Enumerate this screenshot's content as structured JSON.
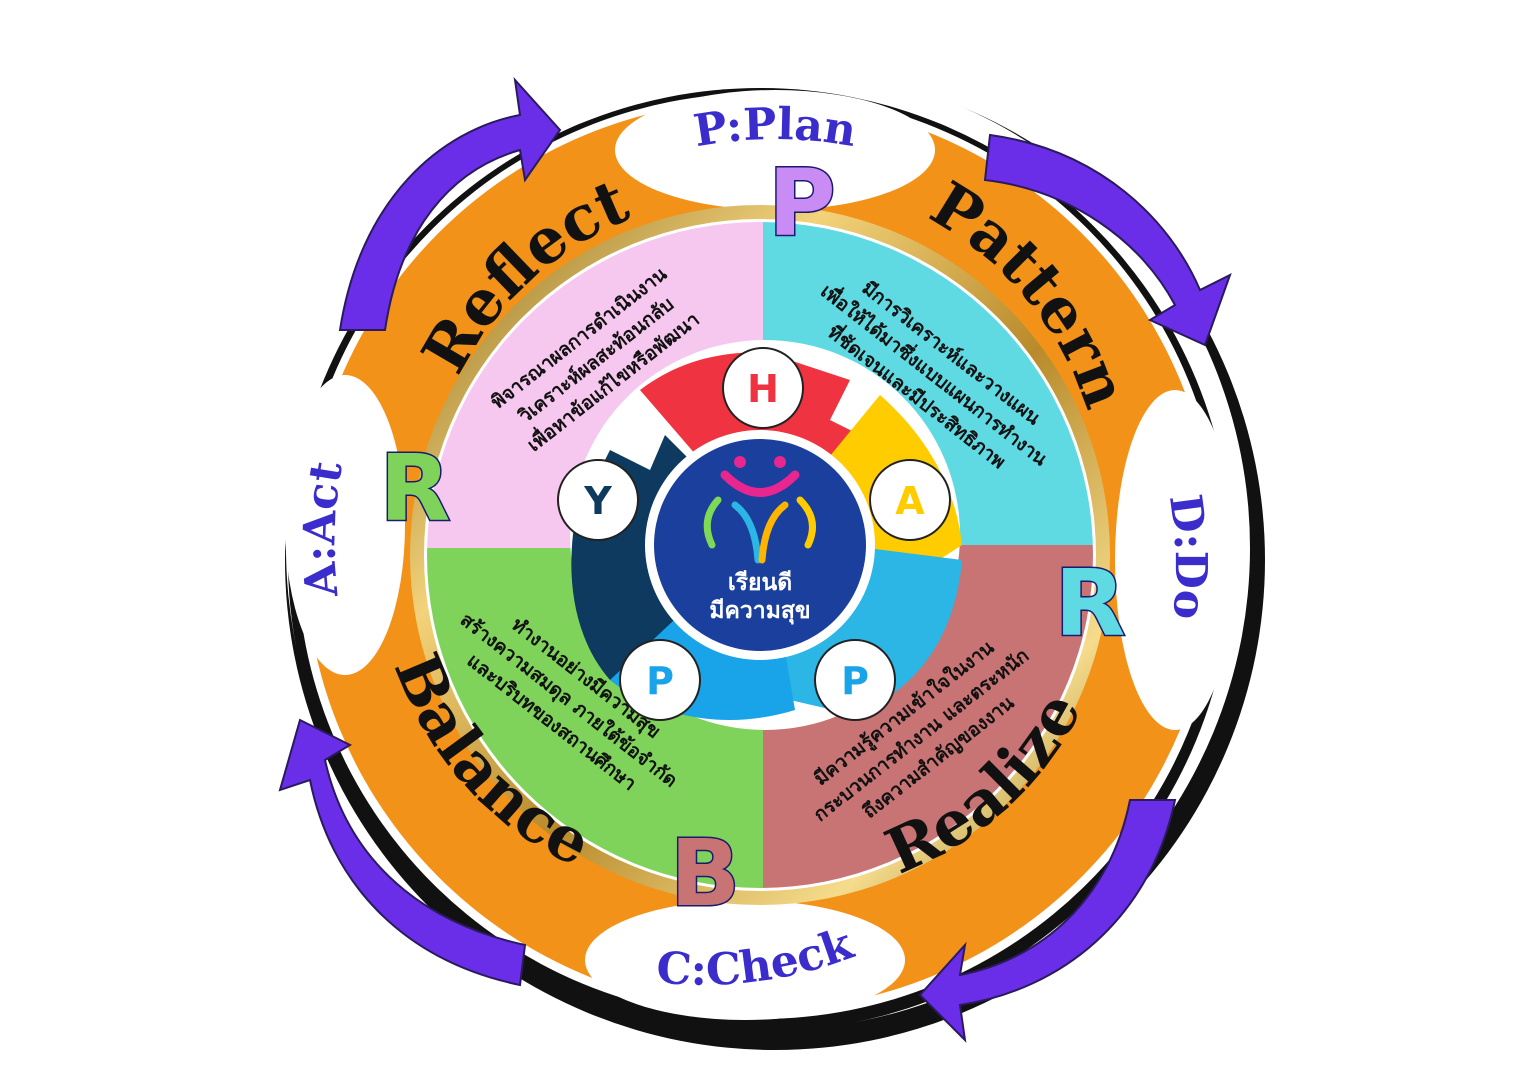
{
  "phases": {
    "plan": "P:Plan",
    "do": "D:Do",
    "check": "C:Check",
    "act": "A:Act"
  },
  "words": {
    "reflect": "Reflect",
    "pattern": "Pattern",
    "realize": "Realize",
    "balance": "Balance"
  },
  "letters": {
    "p": "P",
    "r_right": "R",
    "b": "B",
    "r_left": "R"
  },
  "quadrants": {
    "reflect": [
      "พิจารณาผลการดำเนินงาน",
      "วิเคราะห์ผลสะท้อนกลับ",
      "เพื่อหาข้อแก้ไขหรือพัฒนา"
    ],
    "pattern": [
      "มีการวิเคราะห์และวางแผน",
      "เพื่อให้ได้มาซึ่งแบบแผนการทำงาน",
      "ที่ชัดเจนและมีประสิทธิภาพ"
    ],
    "realize": [
      "มีความรู้ความเข้าใจในงาน",
      "กระบวนการทำงาน และตระหนัก",
      "ถึงความสำคัญของงาน"
    ],
    "balance": [
      "ทำงานอย่างมีความสุข",
      "สร้างความสมดุล ภายใต้ข้อจำกัด",
      "และบริบทของสถานศึกษา"
    ]
  },
  "happy": [
    "H",
    "A",
    "P",
    "P",
    "Y"
  ],
  "logo": {
    "line1": "เรียนดี",
    "line2": "มีความสุข"
  },
  "colors": {
    "orange_ring": "#f39218",
    "purple_arrow": "#6a2ee8",
    "gold_ring": "#c9a13a",
    "reflect_fill": "#f7c8ef",
    "pattern_fill": "#5fd9e2",
    "realize_fill": "#c87474",
    "balance_fill": "#7fd35b",
    "logo_blue": "#1a3f9c"
  }
}
